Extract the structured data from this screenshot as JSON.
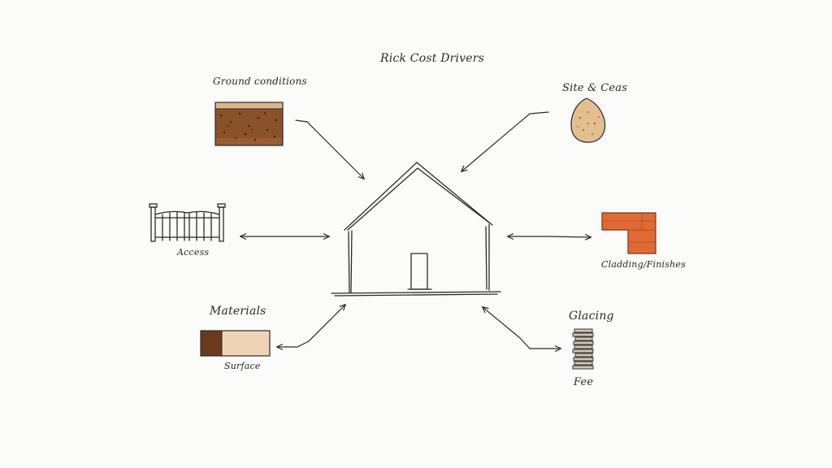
{
  "diagram": {
    "title": "Rick Cost Drivers",
    "nodes": {
      "ground": {
        "label": "Ground conditions",
        "icon": "soil-layer-icon"
      },
      "site": {
        "label": "Site & Ceas",
        "icon": "stone-icon"
      },
      "access": {
        "label": "Access",
        "icon": "gate-icon"
      },
      "cladding": {
        "label": "Cladding/Finishes",
        "icon": "brick-icon"
      },
      "materials": {
        "label": "Materials",
        "icon": "material-swatch-icon"
      },
      "surface": {
        "label": "Surface"
      },
      "glazing": {
        "label": "Glacing",
        "icon": "stacked-sheets-icon"
      },
      "fee": {
        "label": "Fee"
      }
    },
    "center_icon": "house-icon",
    "colors": {
      "ink": "#2a2a2a",
      "soil": "#8a5229",
      "stone": "#e3bf8f",
      "brick": "#e06a35",
      "material_dark": "#6b3a1a",
      "material_light": "#efd3b5",
      "stack": "#8a7a66"
    }
  }
}
